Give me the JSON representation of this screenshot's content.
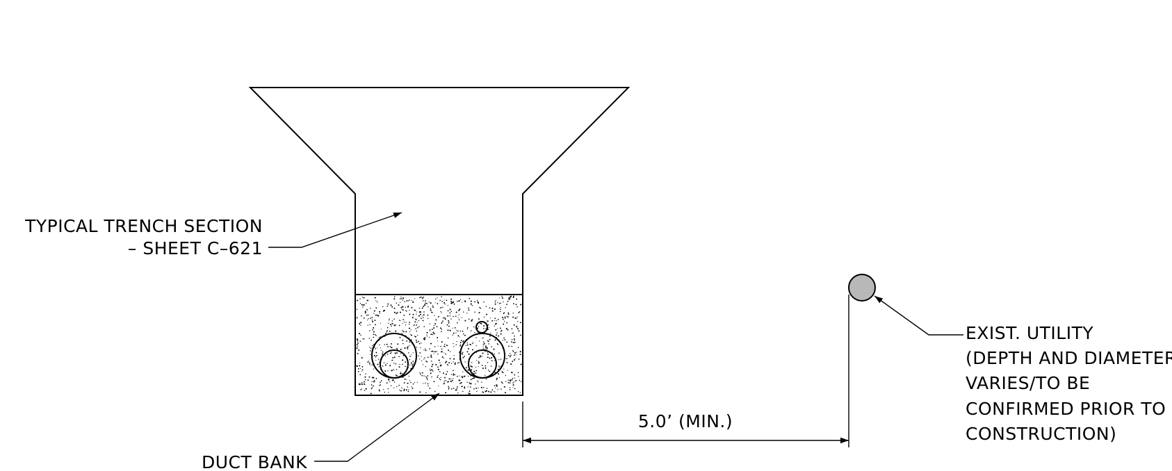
{
  "labels": {
    "trench_line1": "TYPICAL TRENCH SECTION",
    "trench_line2": "– SHEET C–621",
    "duct_bank": "DUCT BANK",
    "dimension": "5.0’ (MIN.)",
    "utility_line1": "EXIST. UTILITY",
    "utility_line2": "(DEPTH AND DIAMETER",
    "utility_line3": "VARIES/TO BE",
    "utility_line4": "CONFIRMED PRIOR TO",
    "utility_line5": "CONSTRUCTION)"
  },
  "colors": {
    "line": "#000000",
    "utility_fill": "#b8b8b8",
    "background": "#ffffff"
  }
}
